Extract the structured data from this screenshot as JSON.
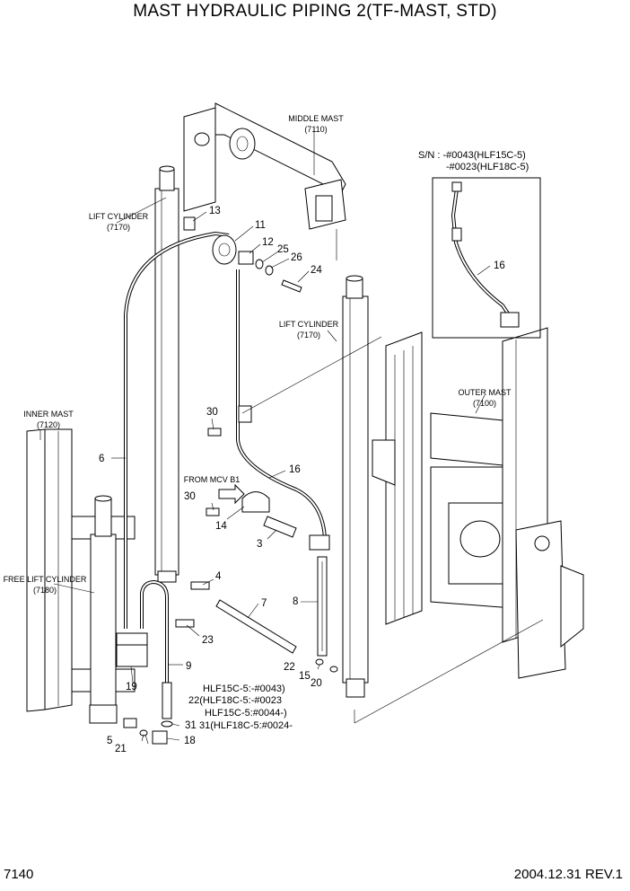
{
  "title": "MAST HYDRAULIC PIPING 2(TF-MAST, STD)",
  "page_number": "7140",
  "revision": "2004.12.31  REV.1",
  "assemblies": {
    "middle_mast": {
      "name": "MIDDLE MAST",
      "code": "(7110)"
    },
    "lift_cylinder_left": {
      "name": "LIFT CYLINDER",
      "code": "(7170)"
    },
    "lift_cylinder_right": {
      "name": "LIFT CYLINDER",
      "code": "(7170)"
    },
    "inner_mast": {
      "name": "INNER MAST",
      "code": "(7120)"
    },
    "outer_mast": {
      "name": "OUTER MAST",
      "code": "(7100)"
    },
    "free_lift_cylinder": {
      "name": "FREE LIFT CYLINDER",
      "code": "(7180)"
    }
  },
  "inset": {
    "sn_line1": "S/N : -#0043(HLF15C-5)",
    "sn_line2": "-#0023(HLF18C-5)",
    "part": "16"
  },
  "from_mcv": "FROM MCV B1",
  "parts": [
    "13",
    "11",
    "12",
    "25",
    "26",
    "24",
    "30",
    "16",
    "30",
    "14",
    "3",
    "4",
    "7",
    "8",
    "6",
    "23",
    "9",
    "19",
    "22",
    "15",
    "20",
    "31",
    "5",
    "21",
    "18"
  ],
  "notes": {
    "n1": "HLF15C-5:-#0043)",
    "n2": "22(HLF18C-5:-#0023",
    "n3": "HLF15C-5:#0044-)",
    "n4": "31(HLF18C-5:#0024-"
  }
}
